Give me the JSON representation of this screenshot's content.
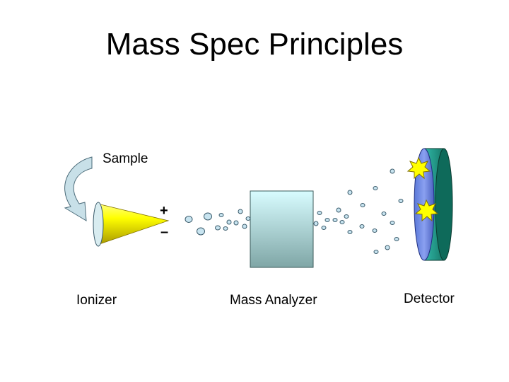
{
  "slide": {
    "title": "Mass Spec Principles"
  },
  "labels": {
    "sample": "Sample",
    "ionizer": "Ionizer",
    "analyzer": "Mass Analyzer",
    "detector": "Detector"
  },
  "symbols": {
    "plus": "+",
    "minus": "–"
  },
  "colors": {
    "arrow_fill": "#c8e0e8",
    "cone_yellow": "#ffff00",
    "cone_dark": "#b0a000",
    "ionizer_plate": "#d8ecf0",
    "analyzer_top": "#d8fcff",
    "analyzer_bottom": "#80a8a8",
    "detector_face": "#6680e0",
    "detector_rim": "#20a090",
    "particle_fill": "#c8e4f0",
    "particle_stroke": "#3a5a6a",
    "burst": "#ffff00"
  }
}
